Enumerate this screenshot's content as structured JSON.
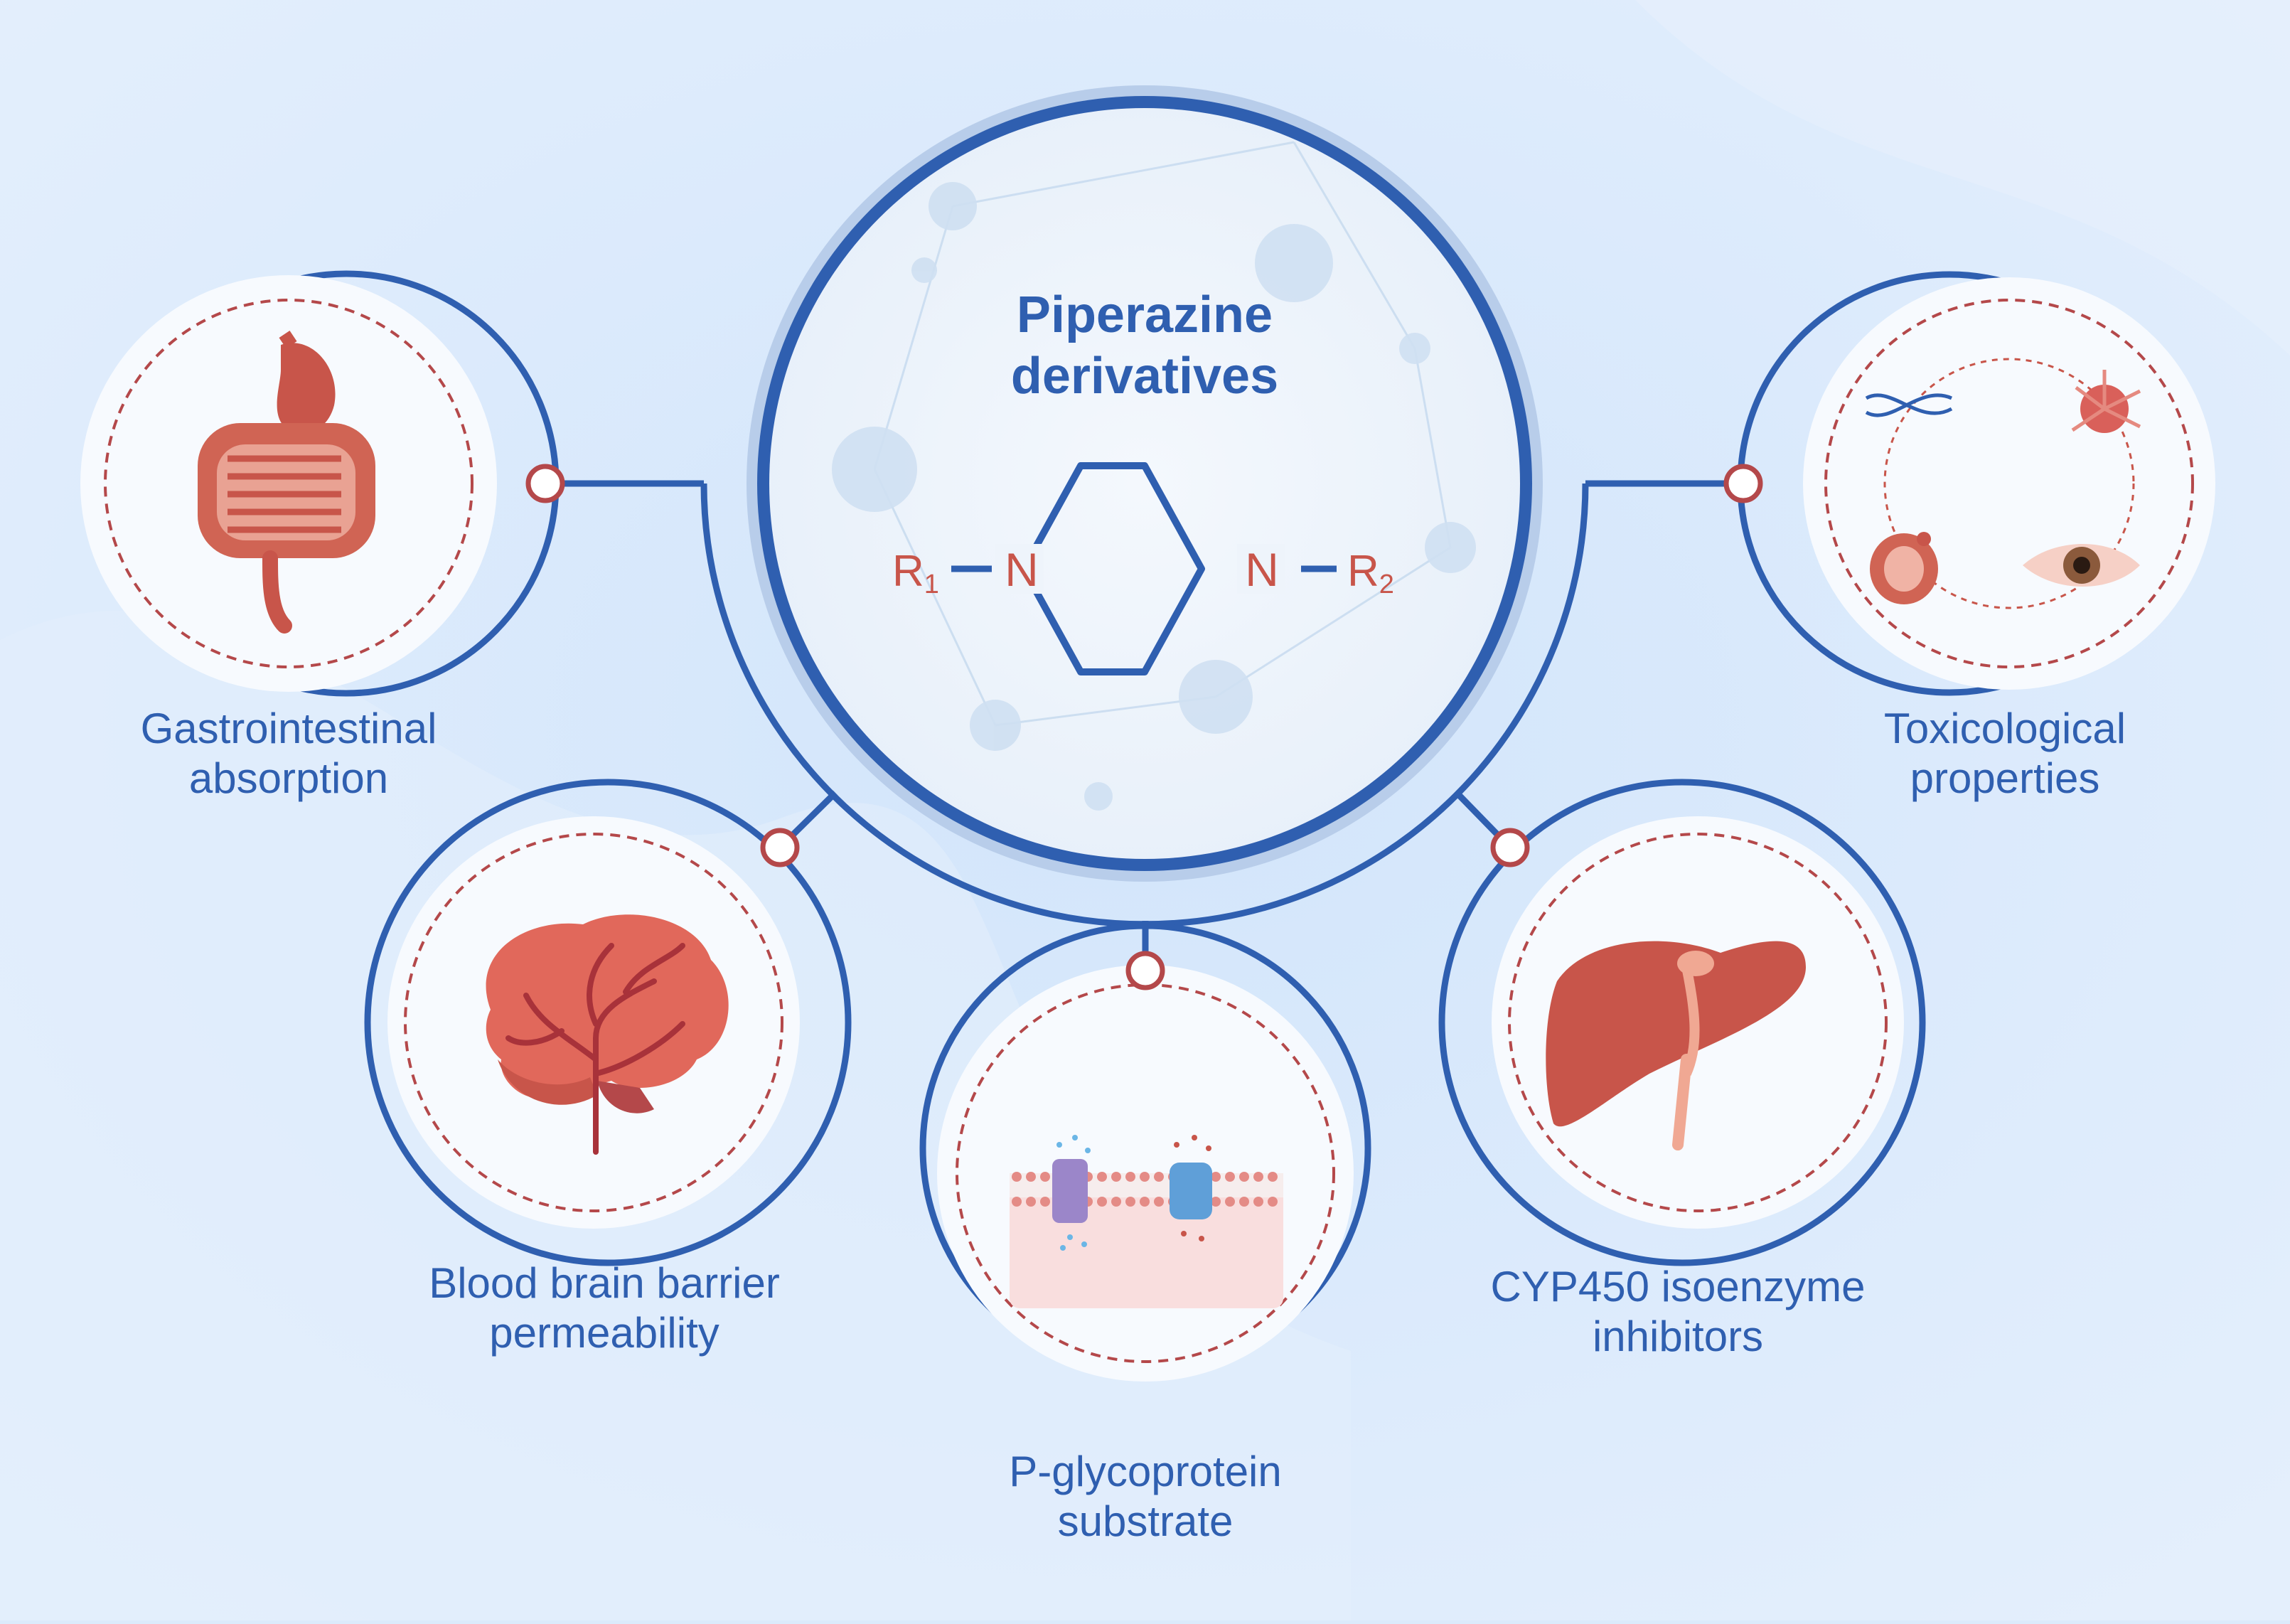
{
  "title": {
    "line1": "Piperazine",
    "line2": "derivatives"
  },
  "structure": {
    "n_left": "N",
    "n_right": "N",
    "r1": "R",
    "r1_sub": "1",
    "r2": "R",
    "r2_sub": "2"
  },
  "nodes": [
    {
      "line1": "Gastrointestinal",
      "line2": "absorption",
      "icon": "intestine-icon"
    },
    {
      "line1": "Blood brain barrier",
      "line2": "permeability",
      "icon": "brain-icon"
    },
    {
      "line1": "P-glycoprotein",
      "line2": "substrate",
      "icon": "cell-membrane-icon"
    },
    {
      "line1": "CYP450 isoenzyme",
      "line2": "inhibitors",
      "icon": "liver-icon"
    },
    {
      "line1": "Toxicological",
      "line2": "properties",
      "icon": "toxicity-cycle-icon"
    }
  ],
  "colors": {
    "primary_blue": "#2f5fb0",
    "organ_red": "#c8554a",
    "dashed_red": "#b4484a",
    "background": "#dbeafb"
  }
}
